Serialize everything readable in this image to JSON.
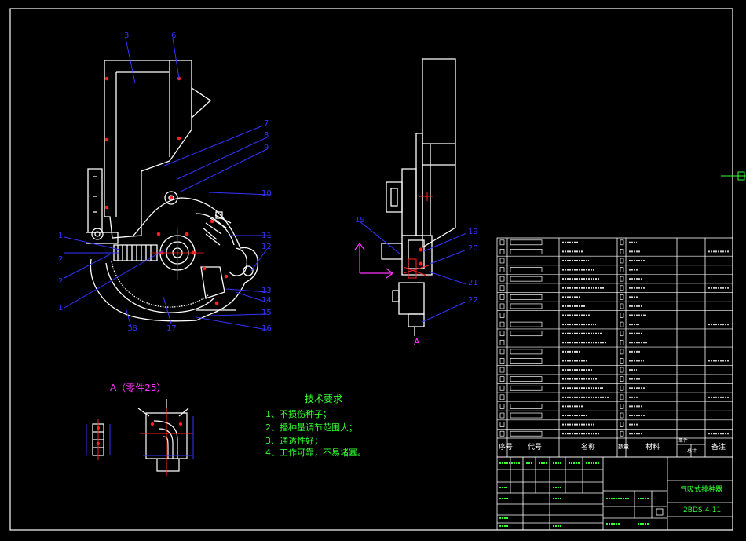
{
  "drawing": {
    "view_label": "A（零件25）",
    "section_marker": "A",
    "tech_requirements": {
      "title": "技术要求",
      "items": [
        "1、不损伤种子；",
        "2、播种量调节范围大；",
        "3、通透性好；",
        "4、工作可靠，不易堵塞。"
      ]
    },
    "callouts_main": [
      "3",
      "6",
      "7",
      "8",
      "9",
      "10",
      "11",
      "12",
      "13",
      "14",
      "15",
      "16",
      "17",
      "18",
      "1",
      "2",
      "2",
      "1"
    ],
    "callouts_side": [
      "19",
      "19",
      "20",
      "21",
      "22"
    ]
  },
  "title_block": {
    "bom_headers": [
      "序号",
      "代号",
      "名称",
      "数量",
      "材料",
      "单件",
      "总计",
      "备注"
    ],
    "part_name": "气吸式排种器",
    "drawing_number": "2BDS-4-11"
  },
  "colors": {
    "background": "#000000",
    "outline": "#ffffff",
    "callout": "#3333ff",
    "hidden": "#ff2222",
    "text": "#33ff33",
    "section_arrow": "#ff33ff"
  }
}
